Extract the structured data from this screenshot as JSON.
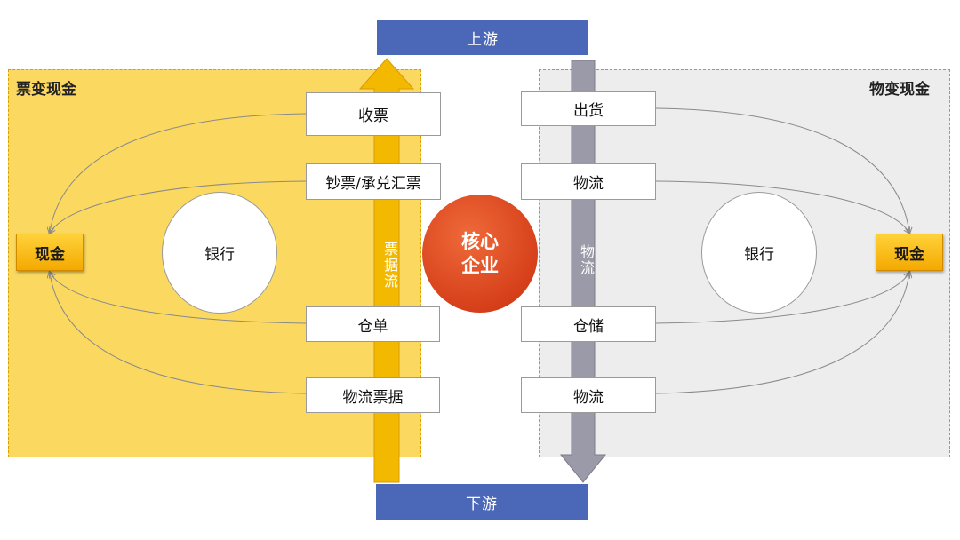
{
  "top_bar": "上游",
  "bottom_bar": "下游",
  "left_region": {
    "title": "票变现金",
    "cash": "现金",
    "bank": "银行",
    "flow_label": "票据流",
    "items": [
      "收票",
      "钞票/承兑汇票",
      "仓单",
      "物流票据"
    ]
  },
  "right_region": {
    "title": "物变现金",
    "cash": "现金",
    "bank": "银行",
    "flow_label": "物流",
    "items": [
      "出货",
      "物流",
      "仓储",
      "物流"
    ]
  },
  "core": {
    "line1": "核心",
    "line2": "企业"
  },
  "colors": {
    "bar_blue": "#4a67b8",
    "left_region": "#fbd860",
    "right_region": "#ededed",
    "left_arrow": "#f3b900",
    "right_arrow": "#9a9aa8",
    "core": "#d6401a"
  }
}
